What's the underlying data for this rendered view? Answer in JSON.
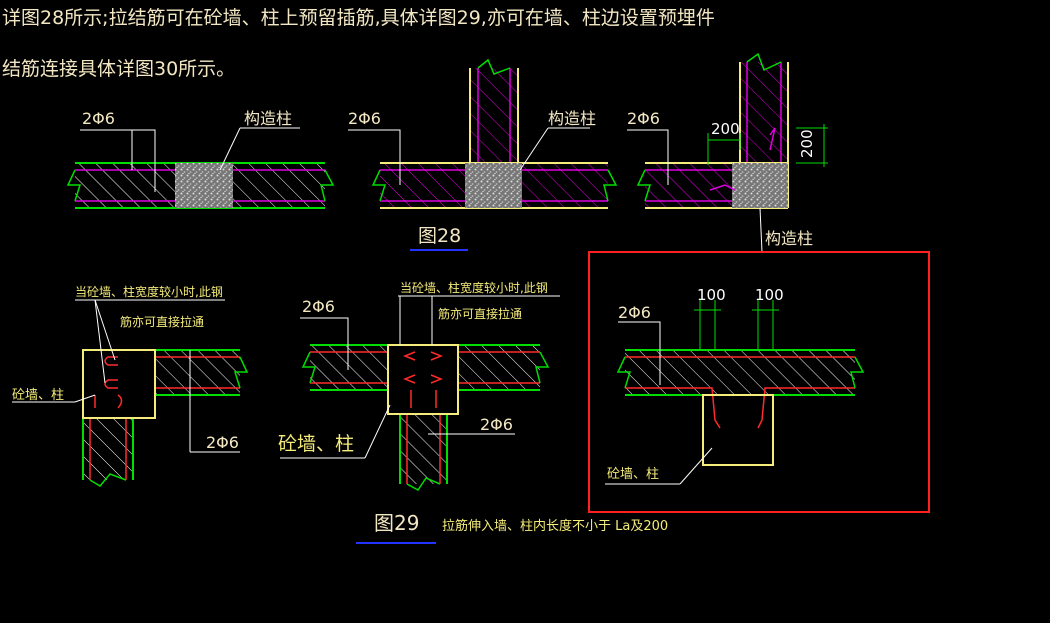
{
  "intro": {
    "line1": "详图28所示;拉结筋可在砼墙、柱上预留插筋,具体详图29,亦可在墙、柱边设置预埋件",
    "line2": "结筋连接具体详图30所示。"
  },
  "fig28": {
    "caption": "图28",
    "a": {
      "rebar": "2Φ6",
      "column": "构造柱"
    },
    "b": {
      "rebar": "2Φ6",
      "column": "构造柱"
    },
    "c": {
      "rebar": "2Φ6",
      "dim_h": "200",
      "dim_v": "200",
      "column": "构造柱"
    }
  },
  "fig29": {
    "caption": "图29",
    "note": "拉筋伸入墙、柱内长度不小于 La及200",
    "a": {
      "note1": "当砼墙、柱宽度较小时,此钢",
      "note2": "筋亦可直接拉通",
      "label": "砼墙、柱",
      "rebar": "2Φ6"
    },
    "b": {
      "rebar_top": "2Φ6",
      "note1": "当砼墙、柱宽度较小时,此钢",
      "note2": "筋亦可直接拉通",
      "label": "砼墙、柱",
      "rebar_bottom": "2Φ6"
    },
    "c": {
      "rebar": "2Φ6",
      "dim1": "100",
      "dim2": "100",
      "label": "砼墙、柱"
    }
  },
  "colors": {
    "wall_edge": "#00dd00",
    "hatch": "#ffffff",
    "rebar": "#ff2a2a",
    "column_hatch": "#e000e0",
    "yellow": "#f5ec7a",
    "highlight": "#ff2020",
    "leader": "#ffffff",
    "caption_underline": "#2233ff"
  }
}
